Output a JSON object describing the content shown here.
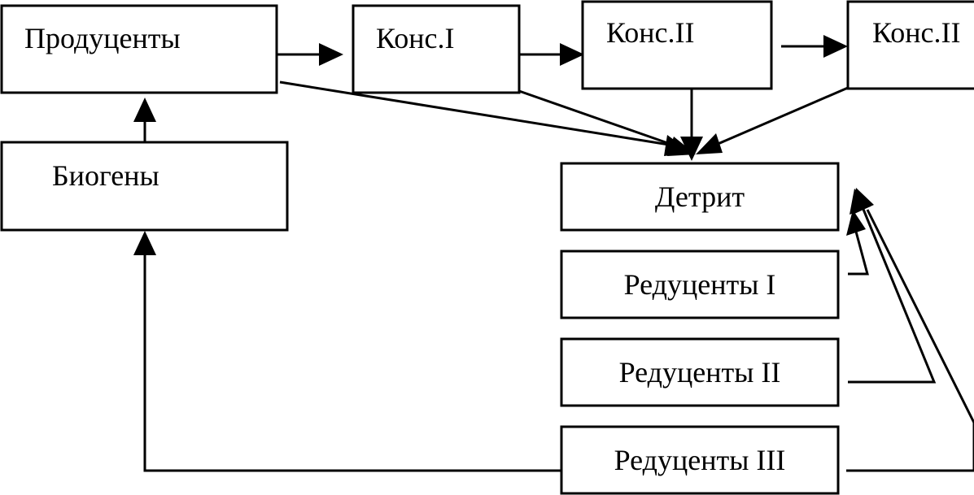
{
  "diagram": {
    "nodes": {
      "producers": "Продуценты",
      "consumer1": "Конс.I",
      "consumer2": "Конс.II",
      "consumer3": "Конс.II",
      "biogens": "Биогены",
      "detritus": "Детрит",
      "reducers1": "Редуценты I",
      "reducers2": "Редуценты II",
      "reducers3": "Редуценты III"
    },
    "colors": {
      "stroke": "#000000",
      "background": "#ffffff"
    }
  }
}
